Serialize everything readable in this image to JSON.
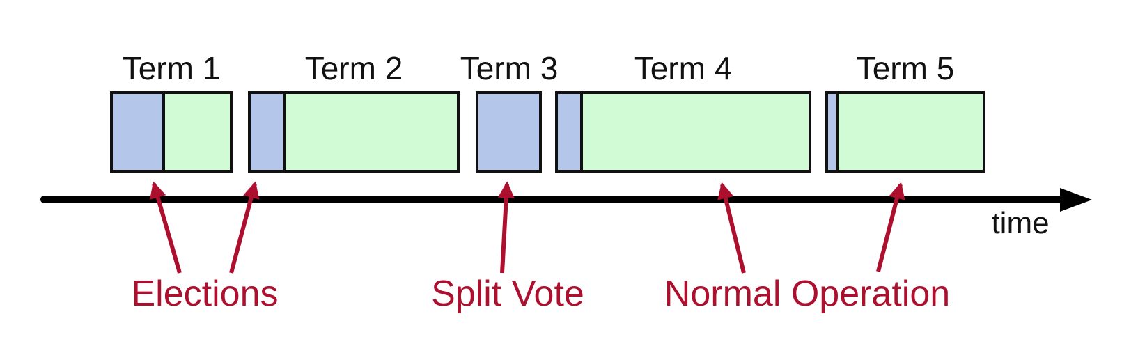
{
  "diagram": {
    "timeline_label": "time",
    "terms": [
      {
        "label": "Term 1",
        "segments": [
          "election",
          "normal operation"
        ]
      },
      {
        "label": "Term 2",
        "segments": [
          "election",
          "normal operation"
        ]
      },
      {
        "label": "Term 3",
        "segments": [
          "election"
        ]
      },
      {
        "label": "Term 4",
        "segments": [
          "election",
          "normal operation"
        ]
      },
      {
        "label": "Term 5",
        "segments": [
          "election",
          "normal operation"
        ]
      }
    ],
    "annotations": [
      {
        "label": "Elections",
        "points_to": [
          "Term 1 election segment",
          "Term 2 election segment"
        ]
      },
      {
        "label": "Split Vote",
        "points_to": [
          "Term 3 election segment"
        ]
      },
      {
        "label": "Normal Operation",
        "points_to": [
          "Term 4 normal segment",
          "Term 5 normal segment"
        ]
      }
    ],
    "colors": {
      "election_fill": "#b4c7eb",
      "normal_fill": "#d1fbd4",
      "annotation_red": "#ad102e",
      "timeline_black": "#000000",
      "box_border": "#111111"
    }
  }
}
